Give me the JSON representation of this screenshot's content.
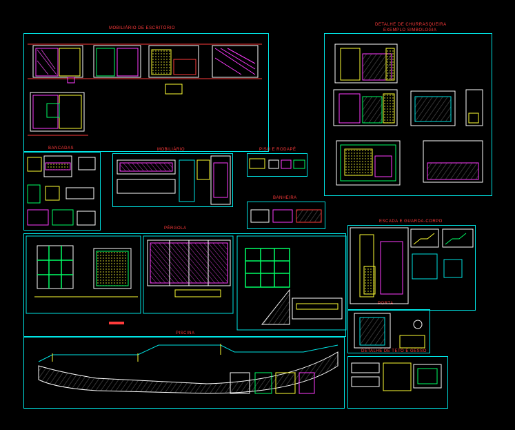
{
  "sheet": {
    "background": "#000000",
    "frame_color": "#00e5e5",
    "title_color": "#ff3b3b"
  },
  "sections": {
    "mobiliario_escritorio": "MOBILIÁRIO DE ESCRITÓRIO",
    "churrasqueira": "DETALHE DE CHURRASQUEIRA",
    "churrasqueira_sub": "EXEMPLO SIMBOLOGIA",
    "bancadas": "BANCADAS",
    "mobiliario": "MOBILIÁRIO",
    "piso_rodape": "PISO E RODAPÉ",
    "banheira": "BANHEIRA",
    "pergola": "PÉRGOLA",
    "escada": "ESCADA E GUARDA-CORPO",
    "porta": "PORTA",
    "piscina": "PISCINA",
    "detalhe_teto": "DETALHE DE TETO E GESSO"
  }
}
